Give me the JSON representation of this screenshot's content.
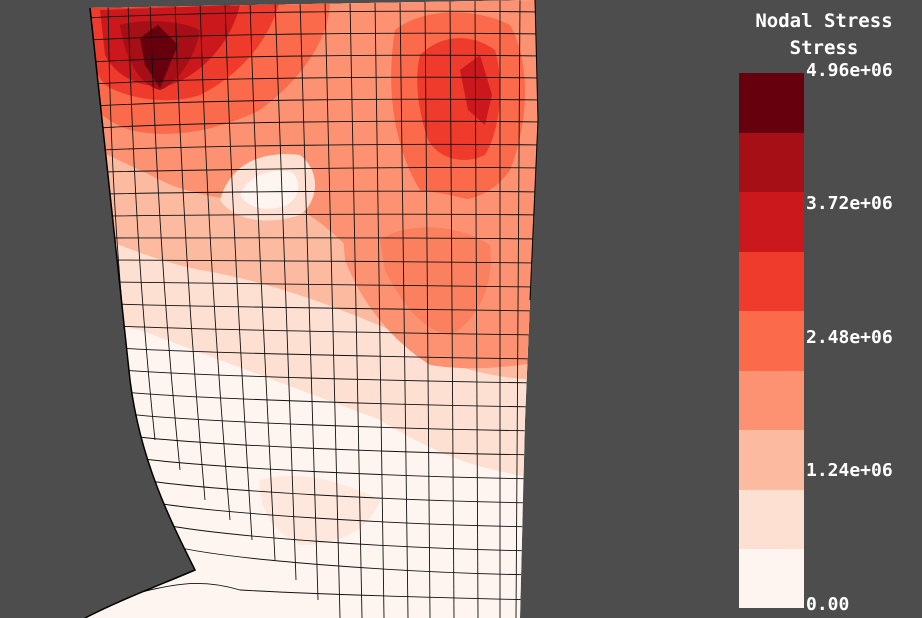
{
  "legend": {
    "title": "Nodal Stress",
    "subtitle": "Stress",
    "ticks": [
      "4.96e+06",
      "3.72e+06",
      "2.48e+06",
      "1.24e+06",
      "0.00"
    ],
    "range": [
      0,
      4960000
    ],
    "colors": [
      "#fff5f0",
      "#fee0d2",
      "#fcbba1",
      "#fc9272",
      "#fb6a4a",
      "#ef3b2c",
      "#cb181d",
      "#a50f15",
      "#67000d"
    ]
  },
  "viewport": {
    "background": "#4d4d4d",
    "mesh_line_color": "#111111"
  }
}
